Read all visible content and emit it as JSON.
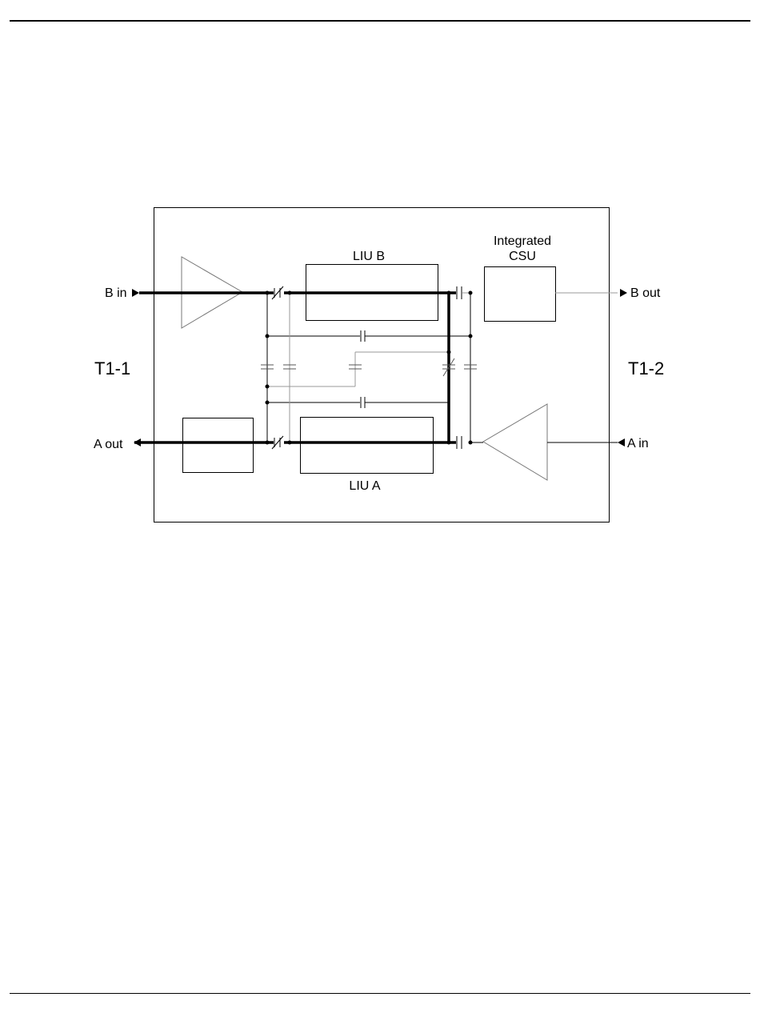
{
  "labels": {
    "b_in": "B in",
    "a_out": "A out",
    "b_out": "B out",
    "a_in": "A in",
    "t1_1": "T1-1",
    "t1_2": "T1-2",
    "liu_b": "LIU B",
    "liu_a": "LIU A",
    "csu_line1": "Integrated",
    "csu_line2": "CSU"
  }
}
